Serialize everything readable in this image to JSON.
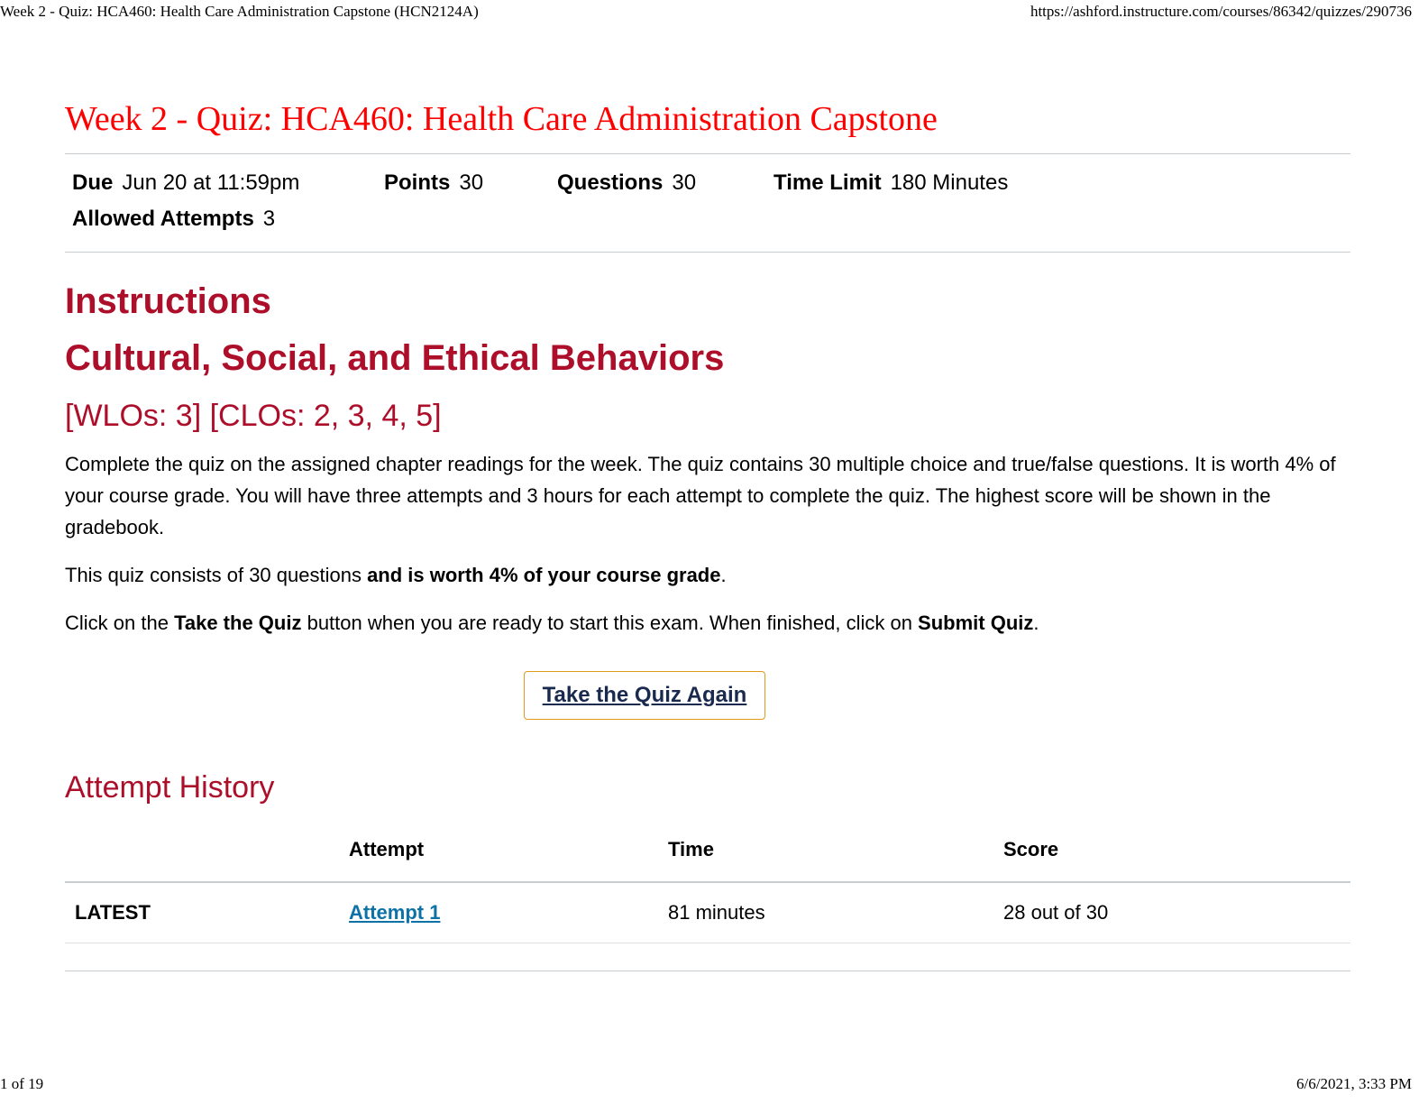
{
  "print_header": {
    "page_title": "Week 2 - Quiz: HCA460: Health Care Administration Capstone (HCN2124A)",
    "url": "https://ashford.instructure.com/courses/86342/quizzes/290736"
  },
  "print_footer": {
    "page": "1 of 19",
    "datetime": "6/6/2021, 3:33 PM"
  },
  "quiz": {
    "title": "Week 2 - Quiz: HCA460: Health Care Administration Capstone",
    "due_label": "Due",
    "due_value": "Jun 20 at 11:59pm",
    "points_label": "Points",
    "points_value": "30",
    "questions_label": "Questions",
    "questions_value": "30",
    "time_limit_label": "Time Limit",
    "time_limit_value": "180 Minutes",
    "attempts_label": "Allowed Attempts",
    "attempts_value": "3"
  },
  "instructions": {
    "heading": "Instructions",
    "subheading": "Cultural, Social, and Ethical Behaviors",
    "outcomes": "[WLOs: 3] [CLOs: 2, 3, 4, 5]",
    "para1": "Complete the quiz on the assigned chapter readings for the week. The quiz contains 30 multiple choice and true/false questions. It is worth 4% of your course grade. You will have three attempts and 3 hours for each attempt to complete the quiz. The highest score will be shown in the gradebook.",
    "para2_a": "This quiz consists of 30 questions ",
    "para2_b": "and is worth 4% of your course grade",
    "para2_c": ".",
    "para3_a": "Click on the ",
    "para3_b": "Take the Quiz",
    "para3_c": " button when you are ready to start this exam. When finished, click on ",
    "para3_d": "Submit Quiz",
    "para3_e": "."
  },
  "take_quiz_button": "Take the Quiz Again",
  "attempt_history": {
    "heading": "Attempt History",
    "columns": [
      "",
      "Attempt",
      "Time",
      "Score"
    ],
    "rows": [
      {
        "label": "LATEST",
        "attempt": "Attempt 1",
        "time": "81 minutes",
        "score": "28 out of 30"
      }
    ]
  }
}
